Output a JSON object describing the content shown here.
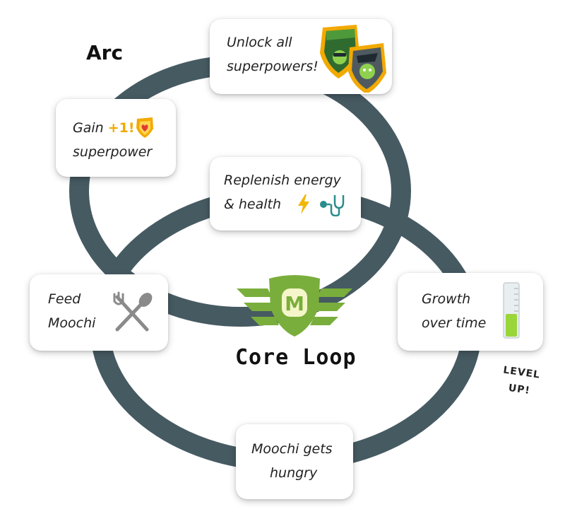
{
  "arc": {
    "title": "Arc"
  },
  "core": {
    "title": "Core Loop",
    "logo_letter": "M"
  },
  "cards": {
    "unlock": {
      "line1": "Unlock all",
      "line2": "superpowers!"
    },
    "gain": {
      "prefix": "Gain ",
      "badge": "+1!",
      "line2": "superpower"
    },
    "replenish": {
      "line1": "Replenish energy",
      "line2": "& health"
    },
    "feed": {
      "line1": "Feed",
      "line2": "Moochi"
    },
    "growth": {
      "line1": "Growth",
      "line2": "over time"
    },
    "hungry": {
      "line1": "Moochi gets",
      "line2": "hungry"
    }
  },
  "level_up": {
    "line1": "LEVEL",
    "line2": "UP!"
  },
  "icons": {
    "unlock": "superpower-shields-icon",
    "gain": "shield-heart-icon",
    "energy": "lightning-icon",
    "health": "stethoscope-icon",
    "feed": "fork-spoon-icon",
    "growth": "growth-meter-icon",
    "logo": "winged-shield-logo-icon"
  },
  "colors": {
    "loop": "#465a62",
    "brand_green": "#7aae3c",
    "badge_gold": "#f2a900",
    "meter_fill": "#9ad63a"
  }
}
